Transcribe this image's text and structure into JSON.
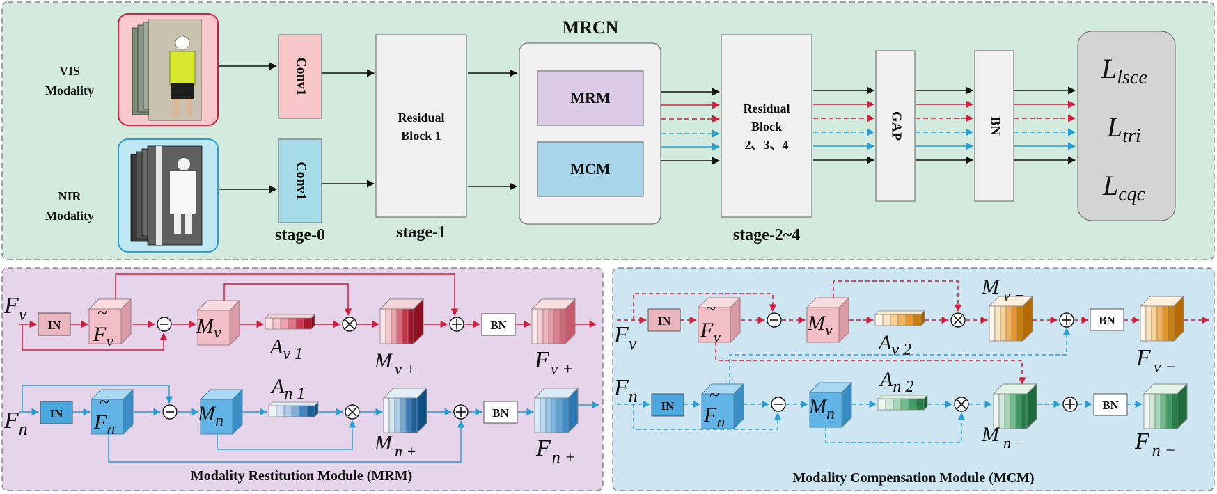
{
  "top": {
    "vis_modality": [
      "VIS",
      "Modality"
    ],
    "nir_modality": [
      "NIR",
      "Modality"
    ],
    "conv1": "Conv1",
    "residual1": [
      "Residual",
      "Block 1"
    ],
    "mrcn_title": "MRCN",
    "mrm": "MRM",
    "mcm": "MCM",
    "residual234": [
      "Residual",
      "Block",
      "2、3、4"
    ],
    "gap": "GAP",
    "bn": "BN",
    "stage0": "stage-0",
    "stage1": "stage-1",
    "stage24": "stage-2~4",
    "losses": [
      {
        "main": "L",
        "sub": "lsce"
      },
      {
        "main": "L",
        "sub": "tri"
      },
      {
        "main": "L",
        "sub": "cqc"
      }
    ]
  },
  "mrm": {
    "title": "Modality Restitution Module (MRM)",
    "in": "IN",
    "bn": "BN",
    "fv": {
      "main": "F",
      "sub": "v"
    },
    "fn": {
      "main": "F",
      "sub": "n"
    },
    "fv_tilde": {
      "main": "F",
      "sub": "v"
    },
    "fn_tilde": {
      "main": "F",
      "sub": "n"
    },
    "mv": {
      "main": "M",
      "sub": "v"
    },
    "mn": {
      "main": "M",
      "sub": "n"
    },
    "av1": {
      "main": "A",
      "sub": "v 1"
    },
    "an1": {
      "main": "A",
      "sub": "n 1"
    },
    "mvplus": {
      "main": "M",
      "sub": "v +"
    },
    "mnplus": {
      "main": "M",
      "sub": "n +"
    },
    "fvplus": {
      "main": "F",
      "sub": "v +"
    },
    "fnplus": {
      "main": "F",
      "sub": "n +"
    }
  },
  "mcm": {
    "title": "Modality Compensation Module (MCM)",
    "in": "IN",
    "bn": "BN",
    "fv": {
      "main": "F",
      "sub": "v"
    },
    "fn": {
      "main": "F",
      "sub": "n"
    },
    "fv_tilde": {
      "main": "F",
      "sub": "v"
    },
    "fn_tilde": {
      "main": "F",
      "sub": "n"
    },
    "mv": {
      "main": "M",
      "sub": "v"
    },
    "mn": {
      "main": "M",
      "sub": "n"
    },
    "av2": {
      "main": "A",
      "sub": "v 2"
    },
    "an2": {
      "main": "A",
      "sub": "n 2"
    },
    "mvminus": {
      "main": "M",
      "sub": "v −"
    },
    "mnminus": {
      "main": "M",
      "sub": "n −"
    },
    "fvminus": {
      "main": "F",
      "sub": "v −"
    },
    "fnminus": {
      "main": "F",
      "sub": "n −"
    }
  },
  "colors": {
    "top_bg": "#d3eadf",
    "mrm_bg": "#e6d4eb",
    "mcm_bg": "#cde6f2",
    "red": "#d11f3d",
    "blue": "#2a9fd6",
    "pink_box": "#f6c4c8",
    "cyan_box": "#a6dbe8",
    "purple_box": "#dccbe6",
    "light_blue_box": "#a9d5ea"
  }
}
